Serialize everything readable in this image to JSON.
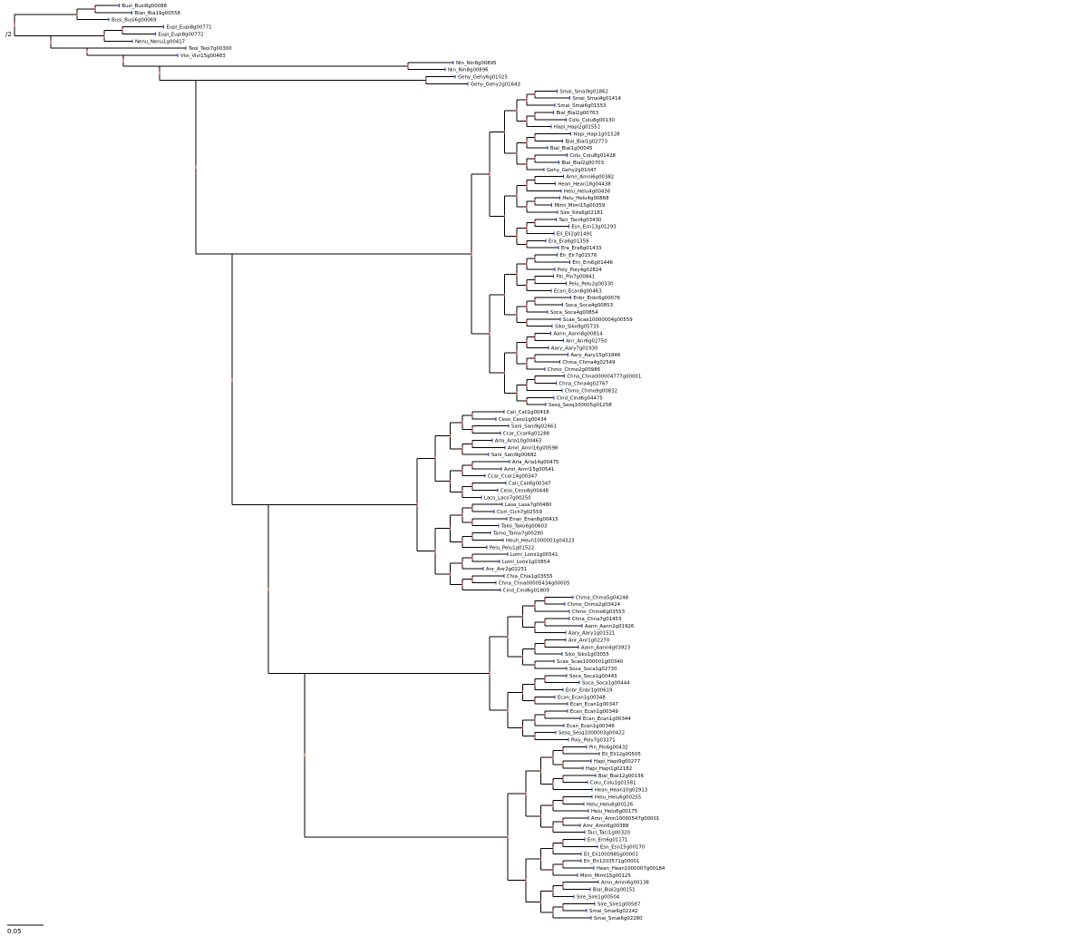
{
  "root_label": "/2",
  "scale_label": "0.05",
  "colors": {
    "branch": "#000000",
    "leaf_tick": "#2244bb",
    "node_tick": "#cc2222"
  },
  "leaves": [
    "Busi_Busi8g00088",
    "Bian_Bia19g00558",
    "Busi_Busi6g00069",
    "Eupi_Eupi8g00771",
    "Eupi_Eupi8g00772",
    "Nenu_Nenu1g00417",
    "Teoi_Teoi7g00300",
    "Vivi_Vivi15g00483",
    "Nin_Nin8g00895",
    "Nin_Nin8g00896",
    "Gehy_Gehy6g01025",
    "Gehy_Gehy2g01643",
    "Smai_Smai9g01862",
    "Smai_Smai4g01414",
    "Smai_Smai6g01553",
    "Bial_Bial2g00763",
    "Colu_Colu8g00130",
    "Hapi_Hapi2g01552",
    "Hapi_Hapi1g01528",
    "Bial_Bial1g02773",
    "Bial_Bial1g00045",
    "Colu_Colu8g01428",
    "Bial_Bial2g00703",
    "Gehy_Gehy2g01047",
    "Amn_Amni6g00382",
    "Hean_Hean18g04438",
    "Helu_Helu4g00436",
    "Helu_Helu4g00868",
    "Mimi_Mimi15g00359",
    "Sire_Sire6g02181",
    "Taci_Taci4g03430",
    "Esn_Esn13g01293",
    "Eli_Eli2g01491",
    "Era_Era6g01359",
    "Era_Era6g01433",
    "Eir_Eir7g01576",
    "Ern_Ern6g01446",
    "Poly_Poly4g02824",
    "Pin_Pin7g00841",
    "Pelu_Pelu2g00330",
    "Ecan_Ecan8g00463",
    "Enbr_Enbr6g00076",
    "Soca_Soca4g00853",
    "Soca_Soca4g00854",
    "Scae_Scae10000004g00559",
    "Siko_Siko9g05735",
    "Aann_Aann8g00814",
    "Anr_Anr6g02750",
    "Aary_Aary7g01930",
    "Aary_Aary15g01846",
    "Chma_Chma4g02549",
    "Chmo_Chmo2g00986",
    "Chna_Chna000004777g00001",
    "Chna_Chna4g02767",
    "Chmo_Chmo9g00832",
    "Cind_Cind6g04475",
    "Sesq_Sesq100005g01258",
    "Cali_Cali1g00418",
    "Ceso_Ceso1g00434",
    "Sani_Sani9g02661",
    "Ccar_Ccar6g01288",
    "Arla_Arla10g00463",
    "Amri_Amri16g00598",
    "Sani_Sani9g00682",
    "Arla_Arla14g00475",
    "Amri_Amri15g00541",
    "Ccar_Ccar14g00347",
    "Cali_Cali6g00347",
    "Ceso_Ceso8g00448",
    "Laco_Laco7g00250",
    "Lasa_Lasa7g00480",
    "Cich_Cich7g02559",
    "Enan_Enan8g00415",
    "Tako_Tako6g00603",
    "Tamo_Tamo7g00290",
    "Heuh_Heuh1000001g04323",
    "Pelu_Pelu1g01522",
    "Lomi_Lomi1g00541",
    "Lomi_Lomi1g03854",
    "Anr_Anr2g02251",
    "Chia_Chia1g03555",
    "Chna_Chna00005434g00005",
    "Cind_Cind6g01809",
    "Chma_Chma5g04248",
    "Chmo_Chmo2g03424",
    "Chmo_Chmo6g03553",
    "Chna_Chna7g01453",
    "Aann_Aann2g01926",
    "Aary_Aary1g01521",
    "Anr_Anr1g02270",
    "Aann_Aann4g03923",
    "Siko_Siko1g03055",
    "Scae_Scae1000001g00340",
    "Soca_Soca1g02730",
    "Soca_Soca1g00443",
    "Soca_Soca1g00444",
    "Enbr_Enbr1g00619",
    "Ecan_Ecan1g00348",
    "Ecan_Ecan1g00347",
    "Ecan_Ecan1g00349",
    "Ecan_Ecan1g00344",
    "Ecan_Ecan1g00346",
    "Sesq_Sesq1000003g00422",
    "Poly_Poly7g03171",
    "Pin_Pin6g00432",
    "Eli_Eli12g00505",
    "Hapi_Hapi9g00277",
    "Hapi_Hapi1g02182",
    "Bial_Bial12g00136",
    "Colu_Colu1g01581",
    "Hean_Hean10g02913",
    "Helu_Helu6g00255",
    "Helu_Helu6g00126",
    "Helu_Helu6g00175",
    "Amn_Amn10000547g00001",
    "Amr_Amri6g00388",
    "Taci_Taci1g00320",
    "Ern_Ern6g01171",
    "Esn_Esn15g00170",
    "Eli_Eli1000985g00001",
    "Eir_Eir1203571g00001",
    "Hean_Hean1000007g00184",
    "Mimi_Mimi15g00125",
    "Amn_Amni6g00138",
    "Bial_Bial2g00151",
    "Sire_Sire1g00504",
    "Sire_Sire1g00587",
    "Smai_Smai6g02242",
    "Smai_Smai6g02280"
  ]
}
